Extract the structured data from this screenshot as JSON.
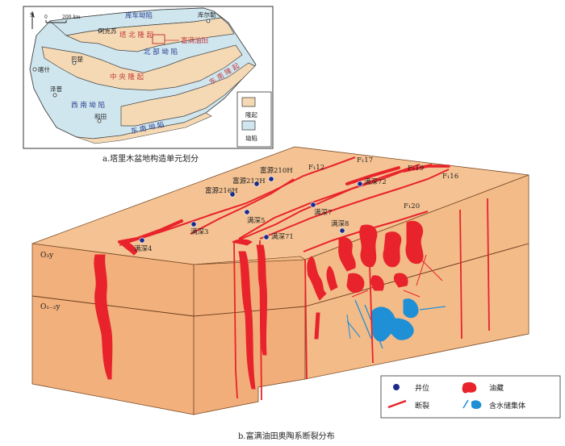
{
  "colors": {
    "uplift": "#f5d9b4",
    "depression": "#cfe6ef",
    "block_top": "#f5c393",
    "block_front": "#f2b07c",
    "block_side": "#f3bb88",
    "oil": "#e8232b",
    "water": "#1f8fd6",
    "fault": "#e8232b",
    "well": "#1c2a8c",
    "map_label_red": "#c23a3a",
    "map_label_blue": "#2a3f8f"
  },
  "map": {
    "north_arrow": "N",
    "scale_zero": "0",
    "scale_label": "200 km",
    "cities": {
      "kuche": "库车坳陷",
      "korla": "库尔勒",
      "aksu": "阿克苏",
      "bachu": "巴楚",
      "kashi": "喀什",
      "zepu": "泽普",
      "hetian": "和田"
    },
    "units": {
      "tabei": "塔 北 隆 起",
      "fuman": "富满油田",
      "beibu": "北 部 坳 陷",
      "zhongyang": "中 央 隆 起",
      "dongnan_uplift": "东 南 隆 起",
      "xinan": "西 南 坳 陷",
      "dongnan_dep": "东 南 坳 陷"
    },
    "legend": {
      "uplift": "隆起",
      "depression": "坳陷"
    },
    "caption": "a.塔里木盆地构造单元划分"
  },
  "block": {
    "strata": {
      "upper": "O₃y",
      "lower": "O₁₋₂y"
    },
    "faults": {
      "f17": "F₁17",
      "f19": "F₁19",
      "f16": "F₁16",
      "f12": "F₁12",
      "f20": "F₁20"
    },
    "wells": {
      "w1": "富源210H",
      "w2": "富源212H",
      "w3": "富源216H",
      "w4": "满深72",
      "w5": "满深7",
      "w6": "满深5",
      "w7": "满深3",
      "w8": "满深4",
      "w9": "满深71",
      "w10": "满深8"
    },
    "legend": {
      "well": "井位",
      "fault": "断裂",
      "oil": "油藏",
      "water": "含水储集体"
    },
    "caption": "b.富满油田奥陶系断裂分布"
  }
}
